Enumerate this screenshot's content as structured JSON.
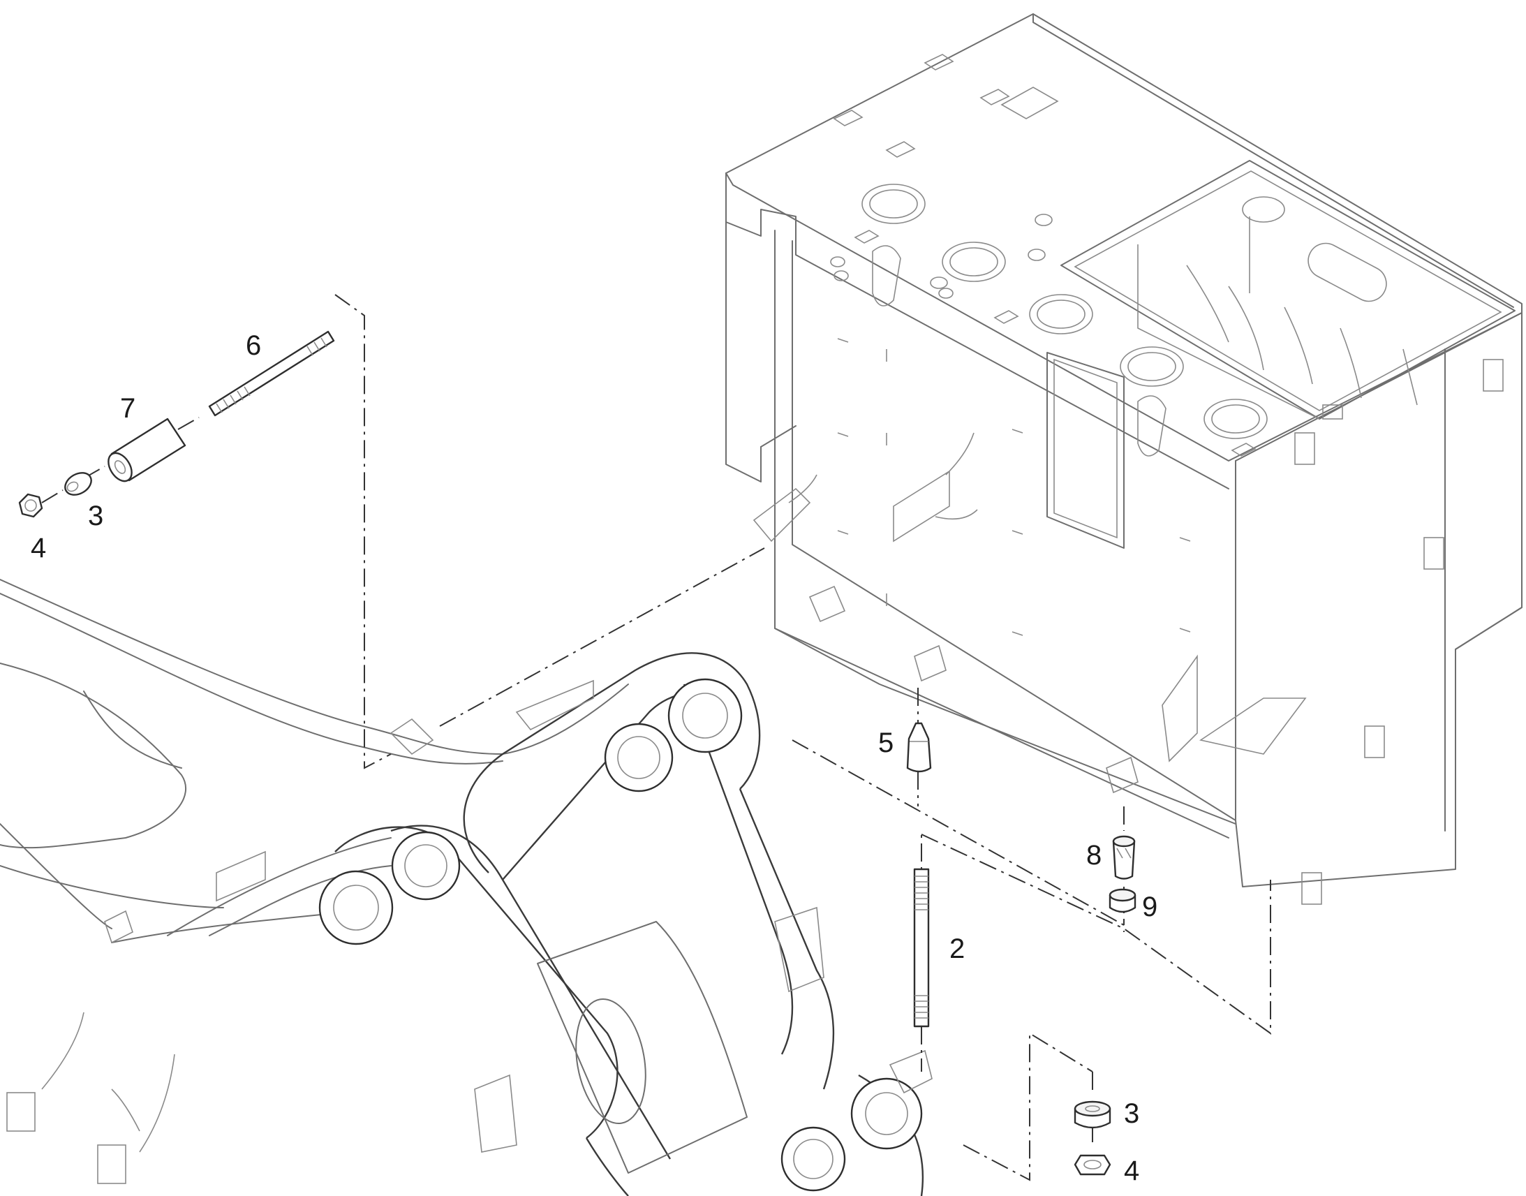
{
  "callouts": {
    "c2": "2",
    "c3a": "3",
    "c3b": "3",
    "c4a": "4",
    "c4b": "4",
    "c5": "5",
    "c6": "6",
    "c7": "7",
    "c8": "8",
    "c9": "9"
  },
  "colors": {
    "line": "#6e6e6e",
    "callout": "#1a1a1a",
    "background": "#ffffff"
  }
}
